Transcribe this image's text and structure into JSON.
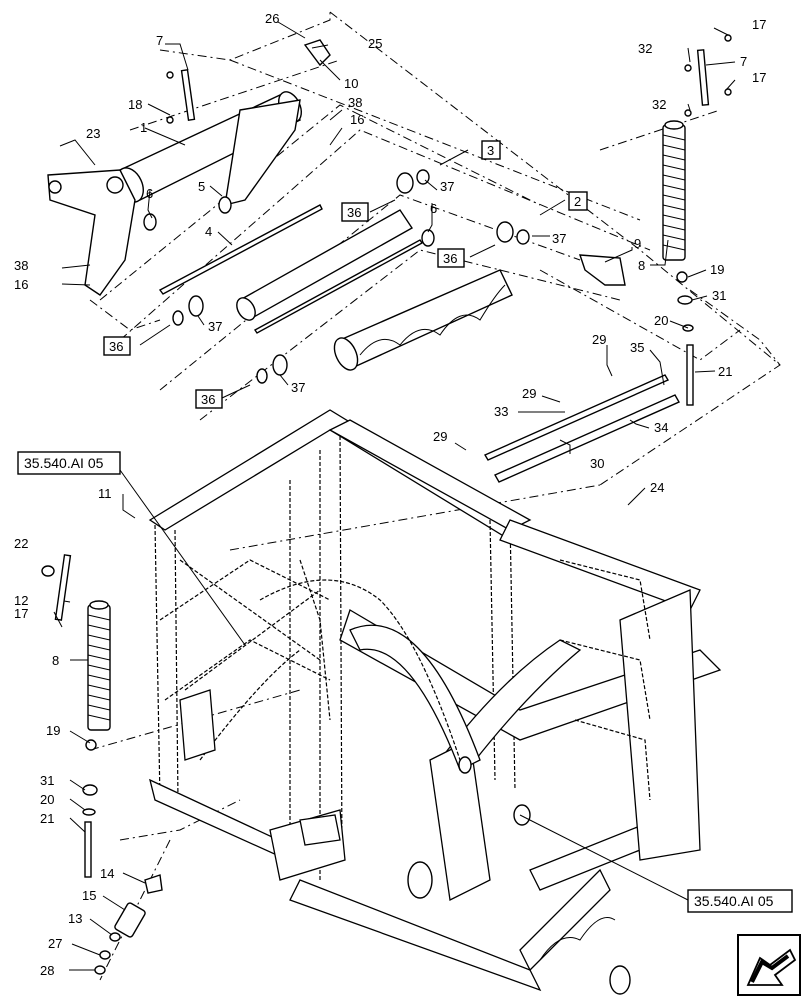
{
  "diagram": {
    "labels": [
      {
        "id": "26",
        "text": "26"
      },
      {
        "id": "25",
        "text": "25"
      },
      {
        "id": "10",
        "text": "10"
      },
      {
        "id": "7a",
        "text": "7"
      },
      {
        "id": "18",
        "text": "18"
      },
      {
        "id": "1",
        "text": "1"
      },
      {
        "id": "38a",
        "text": "38"
      },
      {
        "id": "16a",
        "text": "16"
      },
      {
        "id": "23",
        "text": "23"
      },
      {
        "id": "5",
        "text": "5"
      },
      {
        "id": "6a",
        "text": "6"
      },
      {
        "id": "4",
        "text": "4"
      },
      {
        "id": "37a",
        "text": "37"
      },
      {
        "id": "6b",
        "text": "6"
      },
      {
        "id": "37b",
        "text": "37"
      },
      {
        "id": "38b",
        "text": "38"
      },
      {
        "id": "16b",
        "text": "16"
      },
      {
        "id": "37c",
        "text": "37"
      },
      {
        "id": "37d",
        "text": "37"
      },
      {
        "id": "17a",
        "text": "17"
      },
      {
        "id": "32a",
        "text": "32"
      },
      {
        "id": "7b",
        "text": "7"
      },
      {
        "id": "17b",
        "text": "17"
      },
      {
        "id": "32b",
        "text": "32"
      },
      {
        "id": "9",
        "text": "9"
      },
      {
        "id": "8a",
        "text": "8"
      },
      {
        "id": "19a",
        "text": "19"
      },
      {
        "id": "31a",
        "text": "31"
      },
      {
        "id": "20a",
        "text": "20"
      },
      {
        "id": "29a",
        "text": "29"
      },
      {
        "id": "35",
        "text": "35"
      },
      {
        "id": "21a",
        "text": "21"
      },
      {
        "id": "29b",
        "text": "29"
      },
      {
        "id": "33",
        "text": "33"
      },
      {
        "id": "34",
        "text": "34"
      },
      {
        "id": "29c",
        "text": "29"
      },
      {
        "id": "30",
        "text": "30"
      },
      {
        "id": "24",
        "text": "24"
      },
      {
        "id": "37e",
        "text": "37"
      },
      {
        "id": "11",
        "text": "11"
      },
      {
        "id": "22",
        "text": "22"
      },
      {
        "id": "12",
        "text": "12"
      },
      {
        "id": "17c",
        "text": "17"
      },
      {
        "id": "8b",
        "text": "8"
      },
      {
        "id": "19b",
        "text": "19"
      },
      {
        "id": "31b",
        "text": "31"
      },
      {
        "id": "20b",
        "text": "20"
      },
      {
        "id": "21b",
        "text": "21"
      },
      {
        "id": "14",
        "text": "14"
      },
      {
        "id": "15",
        "text": "15"
      },
      {
        "id": "13",
        "text": "13"
      },
      {
        "id": "27",
        "text": "27"
      },
      {
        "id": "28",
        "text": "28"
      }
    ],
    "boxed_labels": [
      {
        "id": "b3",
        "text": "3"
      },
      {
        "id": "b36a",
        "text": "36"
      },
      {
        "id": "b2",
        "text": "2"
      },
      {
        "id": "b36b",
        "text": "36"
      },
      {
        "id": "b36c",
        "text": "36"
      },
      {
        "id": "b36d",
        "text": "36"
      }
    ],
    "references": [
      {
        "id": "ref-top",
        "text": "35.540.AI 05"
      },
      {
        "id": "ref-bottom",
        "text": "35.540.AI 05"
      }
    ]
  }
}
